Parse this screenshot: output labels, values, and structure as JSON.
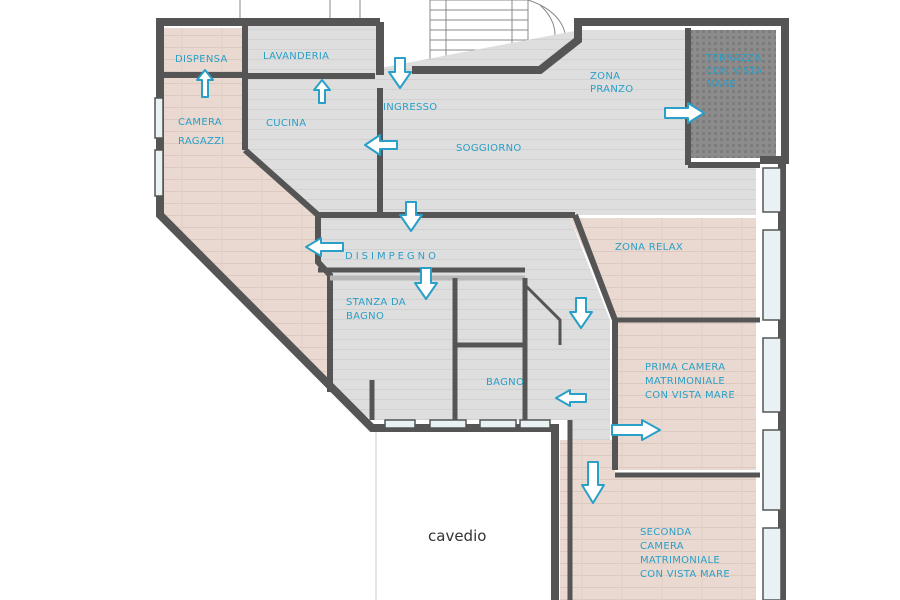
{
  "colors": {
    "label": "#2a9fc7",
    "arrow": "#2a9fc7",
    "wall": "#555555",
    "floor_wood": "#e9d9d0",
    "floor_tile": "#dedede",
    "terrace": "#8c8c8c",
    "window": "#e8f2f4"
  },
  "rooms": {
    "dispensa": "DISPENSA",
    "lavanderia": "LAVANDERIA",
    "ingresso": "INGRESSO",
    "zona_pranzo": [
      "ZONA",
      "PRANZO"
    ],
    "terrazza": [
      "TERRAZZA",
      "CON VISTA",
      "MARE"
    ],
    "camera_ragazzi": [
      "CAMERA",
      "RAGAZZI"
    ],
    "cucina": "CUCINA",
    "soggiorno": "SOGGIORNO",
    "disimpegno": "DISIMPEGNO",
    "zona_relax": "ZONA RELAX",
    "stanza_da_bagno": [
      "STANZA DA",
      "BAGNO"
    ],
    "bagno": "BAGNO",
    "prima_camera": [
      "PRIMA CAMERA",
      "MATRIMONIALE",
      "CON VISTA MARE"
    ],
    "seconda_camera": [
      "SECONDA",
      "CAMERA",
      "MATRIMONIALE",
      "CON VISTA MARE"
    ],
    "cavedio": "cavedio"
  },
  "icons": {
    "arrow": "outline-arrow-icon"
  }
}
